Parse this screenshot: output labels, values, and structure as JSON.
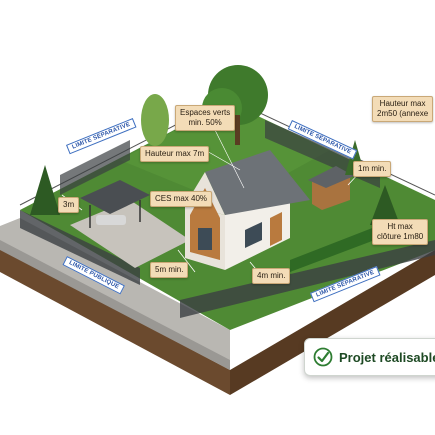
{
  "labels": {
    "espaces_verts": [
      "Espaces verts",
      "min. 50%"
    ],
    "hauteur_annexe": [
      "Hauteur max",
      "2m50 (annexe"
    ],
    "hauteur_max": "Hauteur max 7m",
    "ces_max": "CES max 40%",
    "recul_3m": "3m",
    "recul_1m": "1m min.",
    "cloture": [
      "Ht max",
      "clôture 1m80"
    ],
    "recul_5m": "5m min.",
    "recul_4m": "4m min."
  },
  "limits": {
    "sep_left": "LIMITE SÉPARATIVE",
    "sep_right": "LIMITE SÉPARATIVE",
    "sep_bottom": "LIMITE SÉPARATIVE",
    "publique": "LIMITE PUBLIQUE"
  },
  "badge": {
    "label": "Projet réalisable",
    "icon": "checkmark-icon"
  },
  "colors": {
    "lawn": "#4f8a34",
    "soil": "#6b4a2e",
    "roof": "#6d7277",
    "limit_blue": "#3e6fc0",
    "tag_bg": "#f3dcb7",
    "check_green": "#2e7d32"
  }
}
